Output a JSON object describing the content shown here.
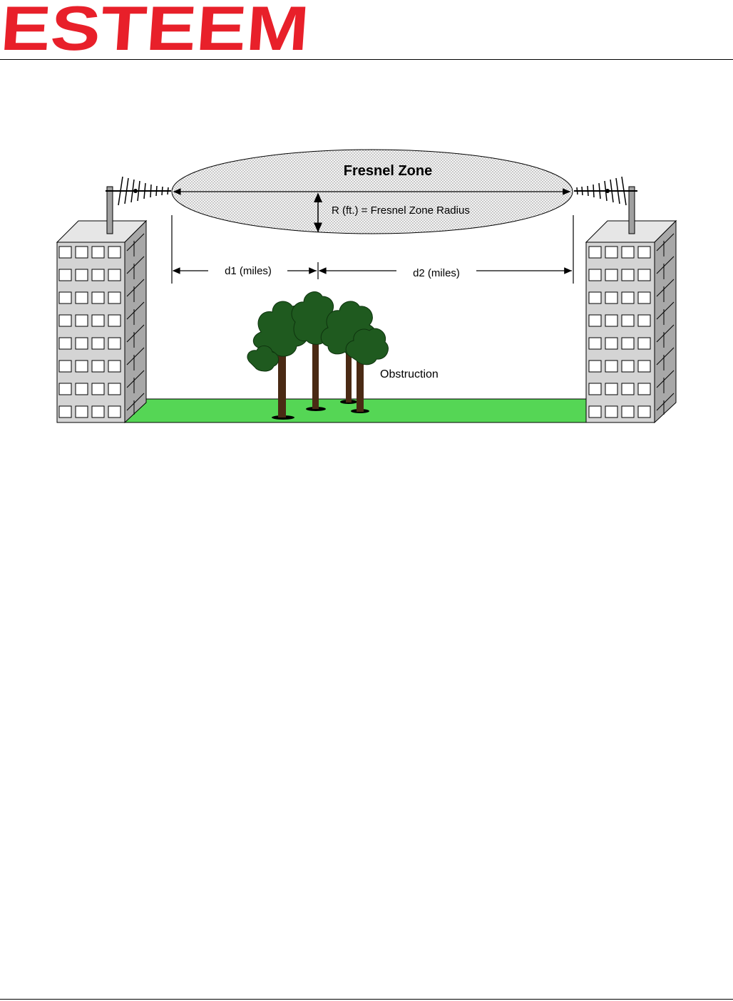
{
  "header": {
    "logo_text": "ESTEEM",
    "logo_color": "#e8202a"
  },
  "diagram": {
    "zone_title": "Fresnel Zone",
    "radius_label": "R (ft.) = Fresnel Zone Radius",
    "d1_label": "d1 (miles)",
    "d2_label": "d2 (miles)",
    "obstruction_label": "Obstruction",
    "colors": {
      "ground": "#55d655",
      "building": "#d4d4d4",
      "tree_foliage": "#1f5a1f",
      "tree_trunk": "#4a2a14"
    }
  }
}
